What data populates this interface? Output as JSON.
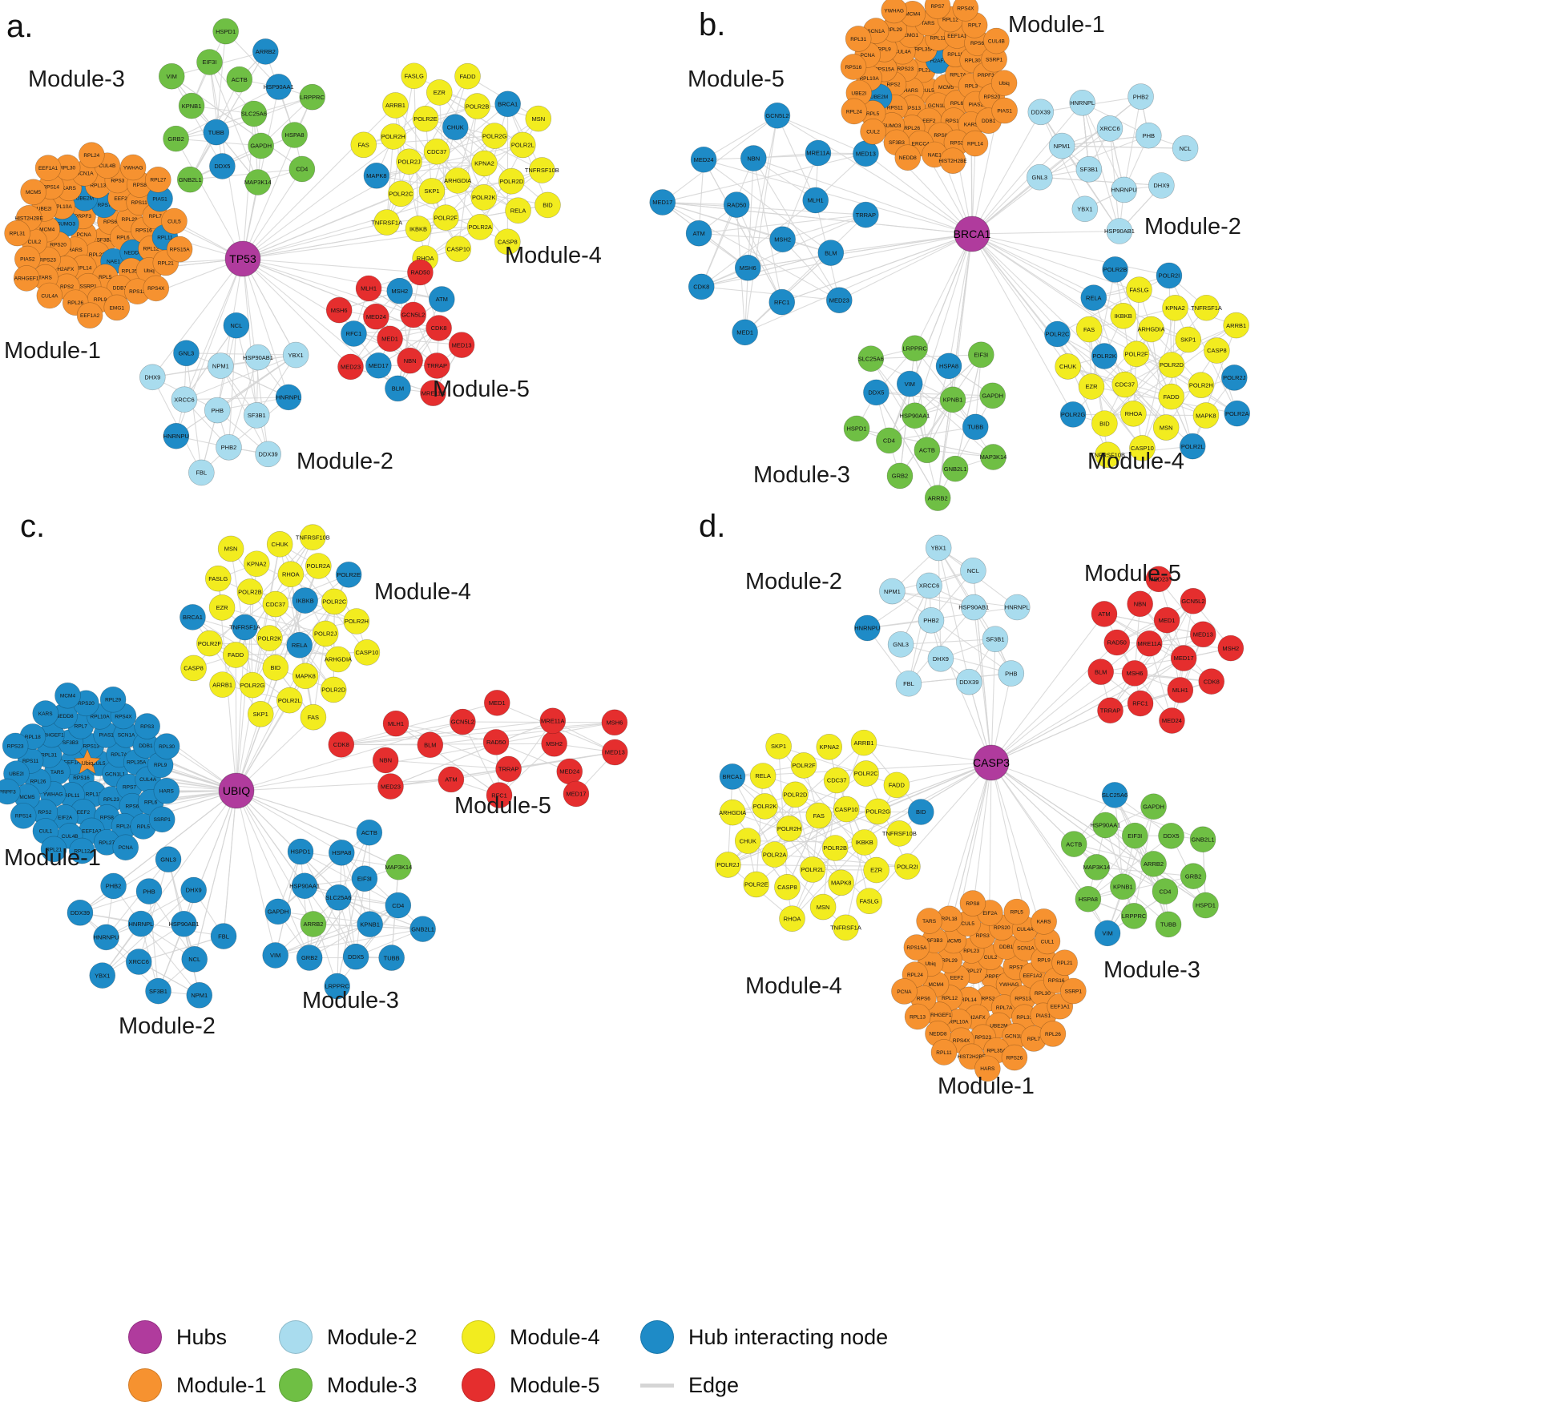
{
  "palette": {
    "hub": "#b03b9d",
    "module1": "#f69230",
    "module2": "#a9dcee",
    "module3": "#6fbf44",
    "module4": "#f2ec1f",
    "module5": "#e52e2e",
    "hubnode": "#1e8bc7",
    "edge": "#d5d5d5"
  },
  "legend": [
    {
      "label": "Hubs",
      "color": "hub",
      "shape": "circle"
    },
    {
      "label": "Module-2",
      "color": "module2",
      "shape": "circle"
    },
    {
      "label": "Module-4",
      "color": "module4",
      "shape": "circle"
    },
    {
      "label": "Hub interacting node",
      "color": "hubnode",
      "shape": "circle"
    },
    {
      "label": "Module-1",
      "color": "module1",
      "shape": "circle"
    },
    {
      "label": "Module-3",
      "color": "module3",
      "shape": "circle"
    },
    {
      "label": "Module-5",
      "color": "module5",
      "shape": "circle"
    },
    {
      "label": "Edge",
      "color": "edge",
      "shape": "line"
    }
  ],
  "panels": [
    {
      "letter": "a.",
      "hub": "TP53",
      "modules": [
        {
          "label": "Module-3",
          "color": "module3",
          "nodes": [
            "SLC25A6",
            "TUBB",
            "ACTB",
            "GAPDH",
            "KPNB1",
            "HSP90AA1",
            "DDX5",
            "EIF3I",
            "HSPA8",
            "GRB2",
            "ARRB2",
            "MAP3K14",
            "VIM",
            "LRPPRC",
            "GNB2L1",
            "HSPD1",
            "CD4"
          ],
          "recolor": {
            "TUBB": "hubnode",
            "DDX5": "hubnode",
            "HSP90AA1": "hubnode",
            "ARRB2": "hubnode"
          }
        },
        {
          "label": "Module-1",
          "color": "module1",
          "nodes": [
            "SF3B3",
            "PCNA",
            "RPS6",
            "RPL23",
            "PRPF3",
            "RPL6",
            "HARS",
            "RPS7",
            "NAE1",
            "SUMO3",
            "RPL29",
            "RPL14",
            "UBE2M",
            "NEDD8",
            "RPS20",
            "EEF2",
            "RPL5",
            "RPL10A",
            "RPS16",
            "H2AFX",
            "RPL13",
            "RPL35A",
            "MCM4",
            "RPS11",
            "SSRP1",
            "KARS",
            "RPL12",
            "RPS23",
            "RPS3",
            "DDB1",
            "UBE2I",
            "RPL7",
            "RPS2",
            "SCN1A",
            "Ubiq",
            "CUL2",
            "RPS8",
            "RPL9",
            "RPS14",
            "RPL11",
            "TARS",
            "CUL4B",
            "RPS13",
            "HIST2H2BE",
            "PIAS1",
            "RPL26",
            "RPL30",
            "RPL21",
            "PIAS2",
            "YWHAG",
            "EMG1",
            "MCM5",
            "CUL5",
            "CUL4A",
            "RPL24",
            "RPS4X",
            "RPL31",
            "RPL27",
            "EEF1A2",
            "EEF1A1",
            "RPS15A",
            "ARHGEF1"
          ],
          "recolor": {
            "UBE2M": "hubnode",
            "NEDD8": "hubnode",
            "NAE1": "hubnode",
            "SUMO3": "hubnode",
            "RPL11": "hubnode",
            "RPS7": "hubnode",
            "PIAS1": "hubnode"
          }
        },
        {
          "label": "Module-4",
          "color": "module4",
          "nodes": [
            "ARHGDIA",
            "CDC37",
            "KPNA2",
            "SKP1",
            "CHUK",
            "POLR2K",
            "POLR2J",
            "POLR2G",
            "POLR2F",
            "POLR2E",
            "POLR2D",
            "POLR2C",
            "POLR2B",
            "POLR2A",
            "POLR2H",
            "POLR2L",
            "IKBKB",
            "EZR",
            "RELA",
            "MAPK8",
            "BRCA1",
            "CASP10",
            "ARRB1",
            "TNFRSF10B",
            "TNFRSF1A",
            "FADD",
            "CASP8",
            "FAS",
            "MSN",
            "RHOA",
            "FASLG",
            "BID"
          ],
          "recolor": {
            "CHUK": "hubnode",
            "MAPK8": "hubnode",
            "BRCA1": "hubnode"
          }
        },
        {
          "label": "Module-2",
          "color": "module2",
          "nodes": [
            "PHB",
            "NPM1",
            "SF3B1",
            "XRCC6",
            "HSP90AB1",
            "PHB2",
            "GNL3",
            "HNRNPL",
            "HNRNPU",
            "NCL",
            "DDX39",
            "DHX9",
            "YBX1",
            "FBL"
          ],
          "recolor": {
            "HNRNPL": "hubnode",
            "GNL3": "hubnode",
            "HNRNPU": "hubnode",
            "NCL": "hubnode"
          }
        },
        {
          "label": "Module-5",
          "color": "module5",
          "nodes": [
            "MED1",
            "GCN5L2",
            "NBN",
            "MED24",
            "CDK8",
            "MED17",
            "MSH2",
            "TRRAP",
            "RFC1",
            "ATM",
            "BLM",
            "MLH1",
            "MED13",
            "MED23",
            "RAD50",
            "MRE11A",
            "MSH6"
          ],
          "recolor": {
            "MSH2": "hubnode",
            "MED17": "hubnode",
            "RFC1": "hubnode",
            "BLM": "hubnode",
            "ATM": "hubnode"
          }
        }
      ]
    },
    {
      "letter": "b.",
      "hub": "BRCA1",
      "modules": [
        {
          "label": "Module-5",
          "color": "hubnode",
          "nodes": [
            "MSH2",
            "RAD50",
            "MLH1",
            "MSH6",
            "NBN",
            "BLM",
            "ATM",
            "MRE11A",
            "RFC1",
            "MED24",
            "TRRAP",
            "CDK8",
            "GCN5L2",
            "MED23",
            "MED17",
            "MED13",
            "MED1"
          ],
          "recolor": {}
        },
        {
          "label": "Module-1",
          "color": "module1",
          "nodes": [
            "CUL5",
            "RPL21",
            "MCM5",
            "HARS",
            "H2AFX",
            "GCN1L1",
            "RPS23",
            "RPL7A",
            "RPS13",
            "RPL35A",
            "RPL6",
            "RPS2",
            "RPL18",
            "EEF2",
            "CUL4A",
            "RPL3",
            "RPS11",
            "RPL11",
            "RPS14",
            "RPS15A",
            "RPL30",
            "RPL26",
            "EMG1",
            "PIAS2",
            "UBE2M",
            "EEF1A1",
            "RPS8",
            "RPL9",
            "PRPF3",
            "SUMO3",
            "TARS",
            "KARS",
            "RPL10A",
            "RPS6",
            "ERCC4",
            "RPL29",
            "RPS20",
            "RPL5",
            "RPL12",
            "RPS3",
            "PCNA",
            "SSRP1",
            "SF3B3",
            "MCM4",
            "DDB1",
            "UBE2I",
            "RPL7",
            "NAE1",
            "SCN1A",
            "Ubiq",
            "CUL2",
            "RPS7",
            "RPL14",
            "RPS16",
            "CUL4B",
            "NEDD8",
            "YWHAG",
            "PIAS1",
            "RPL24",
            "RPS4X",
            "HIST2H2BE",
            "RPL31"
          ],
          "recolor": {
            "H2AFX": "hubnode",
            "UBE2M": "hubnode"
          }
        },
        {
          "label": "Module-2",
          "color": "module2",
          "nodes": [
            "SF3B1",
            "XRCC6",
            "HNRNPU",
            "NPM1",
            "PHB",
            "YBX1",
            "HNRNPL",
            "DHX9",
            "GNL3",
            "PHB2",
            "HSP90AB1",
            "DDX39",
            "NCL"
          ],
          "recolor": {}
        },
        {
          "label": "Module-3",
          "color": "module3",
          "nodes": [
            "HSP90AA1",
            "KPNB1",
            "ACTB",
            "VIM",
            "TUBB",
            "CD4",
            "HSPA8",
            "GNB2L1",
            "DDX5",
            "GAPDH",
            "GRB2",
            "LRPPRC",
            "MAP3K14",
            "HSPD1",
            "EIF3I",
            "ARRB2",
            "SLC25A6"
          ],
          "recolor": {
            "TUBB": "hubnode",
            "HSPA8": "hubnode",
            "VIM": "hubnode",
            "DDX5": "hubnode"
          }
        },
        {
          "label": "Module-4",
          "color": "module4",
          "nodes": [
            "POLR2F",
            "POLR2D",
            "CDC37",
            "ARHGDIA",
            "FADD",
            "POLR2K",
            "SKP1",
            "RHOA",
            "IKBKB",
            "POLR2H",
            "EZR",
            "KPNA2",
            "MSN",
            "FAS",
            "CASP8",
            "BID",
            "FASLG",
            "MAPK8",
            "CHUK",
            "TNFRSF1A",
            "CASP10",
            "RELA",
            "POLR2J",
            "POLR2G",
            "POLR2I",
            "POLR2L",
            "POLR2C",
            "ARRB1",
            "TNFRSF10B",
            "POLR2B",
            "POLR2A"
          ],
          "recolor": {
            "POLR2A": "hubnode",
            "POLR2B": "hubnode",
            "POLR2C": "hubnode",
            "POLR2L": "hubnode",
            "POLR2I": "hubnode",
            "POLR2G": "hubnode",
            "POLR2J": "hubnode",
            "RELA": "hubnode",
            "POLR2K": "hubnode"
          }
        }
      ]
    },
    {
      "letter": "c.",
      "hub": "UBIQ",
      "modules": [
        {
          "label": "Module-4",
          "color": "module4",
          "nodes": [
            "POLR2K",
            "CDC37",
            "RELA",
            "TNFRSF1A",
            "IKBKB",
            "BID",
            "POLR2B",
            "POLR2J",
            "FADD",
            "RHOA",
            "MAPK8",
            "EZR",
            "POLR2C",
            "POLR2G",
            "KPNA2",
            "ARHGDIA",
            "POLR2F",
            "POLR2A",
            "POLR2L",
            "FASLG",
            "POLR2H",
            "ARRB1",
            "CHUK",
            "POLR2D",
            "BRCA1",
            "POLR2E",
            "SKP1",
            "MSN",
            "CASP10",
            "CASP8",
            "TNFRSF10B",
            "FAS"
          ],
          "recolor": {
            "BRCA1": "hubnode",
            "POLR2E": "hubnode",
            "IKBKB": "hubnode",
            "TNFRSF1A": "hubnode",
            "RELA": "hubnode"
          }
        },
        {
          "label": "Module-1",
          "color": "hubnode",
          "nodes": [
            "RPS16",
            "CUL5",
            "RPL13",
            "EEF1A1",
            "GCN1L1",
            "RPL11",
            "RPS13",
            "RPL23",
            "TARS",
            "RPL7A",
            "EEF2",
            "SF3B3",
            "RPS7",
            "YWHAG",
            "PIAS1",
            "RPS8",
            "RPL31",
            "RPL35A",
            "EIF2A",
            "RPL7",
            "RPS6",
            "RPL26",
            "SCN1A",
            "EEF1A2",
            "ARHGEF1",
            "CUL4A",
            "RPS2",
            "RPL10A",
            "RPL24",
            "RPS11",
            "DDB1",
            "CUL4B",
            "NEDD8",
            "RPL6",
            "MCM5",
            "RPS4X",
            "RPL27",
            "RPL18",
            "RPL9",
            "CUL1",
            "RPS20",
            "RPL5",
            "UBE2I",
            "RPS3",
            "RPL12",
            "KARS",
            "HARS",
            "RPS14",
            "RPL29",
            "PCNA",
            "RPS23",
            "RPL30",
            "RPL21",
            "MCM4",
            "SSRP1",
            "PRPF3"
          ],
          "recolor": {},
          "star": {
            "label": "Ubiq"
          }
        },
        {
          "label": "Module-2",
          "color": "hubnode",
          "nodes": [
            "HNRNPL",
            "HSP90AB1",
            "XRCC6",
            "PHB",
            "NCL",
            "HNRNPU",
            "DHX9",
            "SF3B1",
            "PHB2",
            "FBL",
            "YBX1",
            "GNL3",
            "NPM1",
            "DDX39"
          ],
          "recolor": {}
        },
        {
          "label": "Module-3",
          "color": "hubnode",
          "nodes": [
            "SLC25A6",
            "KPNB1",
            "ARRB2",
            "EIF3I",
            "DDX5",
            "HSP90AA1",
            "CD4",
            "GRB2",
            "HSPA8",
            "TUBB",
            "GAPDH",
            "MAP3K14",
            "LRPPRC",
            "HSPD1",
            "GNB2L1",
            "VIM",
            "ACTB"
          ],
          "recolor": {
            "ARRB2": "module3",
            "MAP3K14": "module3"
          }
        },
        {
          "label": "Module-5",
          "color": "module5",
          "nodes": [
            "RAD50",
            "TRRAP",
            "BLM",
            "MSH2",
            "ATM",
            "GCN5L2",
            "MED24",
            "NBN",
            "MRE11A",
            "RFC1",
            "MLH1",
            "MED13",
            "MED23",
            "MED1",
            "MED17",
            "CDK8",
            "MSH6"
          ],
          "recolor": {}
        }
      ]
    },
    {
      "letter": "d.",
      "hub": "CASP3",
      "modules": [
        {
          "label": "Module-2",
          "color": "module2",
          "nodes": [
            "PHB2",
            "HSP90AB1",
            "DHX9",
            "XRCC6",
            "SF3B1",
            "GNL3",
            "NCL",
            "DDX39",
            "NPM1",
            "HNRNPL",
            "FBL",
            "YBX1",
            "PHB",
            "HNRNPU"
          ],
          "recolor": {
            "HNRNPU": "hubnode"
          }
        },
        {
          "label": "Module-5",
          "color": "module5",
          "nodes": [
            "MRE11A",
            "MED17",
            "MSH6",
            "MED1",
            "MLH1",
            "RAD50",
            "MED13",
            "RFC1",
            "NBN",
            "CDK8",
            "BLM",
            "GCN5L2",
            "MED24",
            "ATM",
            "MSH2",
            "TRRAP",
            "MED23"
          ],
          "recolor": {}
        },
        {
          "label": "Module-4",
          "color": "module4",
          "nodes": [
            "FAS",
            "POLR2B",
            "POLR2H",
            "CASP10",
            "POLR2L",
            "POLR2D",
            "IKBKB",
            "POLR2A",
            "CDC37",
            "MAPK8",
            "POLR2K",
            "POLR2G",
            "CASP8",
            "POLR2F",
            "EZR",
            "CHUK",
            "POLR2C",
            "MSN",
            "RELA",
            "TNFRSF10B",
            "POLR2E",
            "KPNA2",
            "FASLG",
            "ARHGDIA",
            "FADD",
            "RHOA",
            "SKP1",
            "POLR2I",
            "POLR2J",
            "ARRB1",
            "TNFRSF1A",
            "BRCA1",
            "BID"
          ],
          "recolor": {
            "BRCA1": "hubnode",
            "BID": "hubnode"
          }
        },
        {
          "label": "Module-1",
          "color": "module1",
          "nodes": [
            "PRPF3",
            "RPS2",
            "RPL27",
            "YWHAG",
            "RPL14",
            "CUL2",
            "RPL7A",
            "EEF2",
            "RPS7",
            "H2AFX",
            "RPL23",
            "RPS13",
            "RPL12",
            "DDB1",
            "UBE2M",
            "RPL29",
            "EEF1A2",
            "RPL10A",
            "RPS3",
            "RPL31",
            "MCM4",
            "SCN1A",
            "RPS23",
            "MCM5",
            "RPL30",
            "ARHGEF1",
            "RPS20",
            "GCN1L1",
            "Ubiq",
            "RPL9",
            "RPS4X",
            "CUL5",
            "PIAS1",
            "RPS6",
            "CUL4A",
            "RPL35A",
            "SF3B3",
            "RPS16",
            "NEDD8",
            "EIF2A",
            "RPL7",
            "RPL24",
            "CUL1",
            "HIST2H2BE",
            "RPL18",
            "EEF1A1",
            "RPL13",
            "RPL5",
            "RPS26",
            "RPS15A",
            "RPL21",
            "RPL11",
            "RPS8",
            "RPL26",
            "PCNA",
            "KARS",
            "HARS",
            "TARS",
            "SSRP1"
          ],
          "recolor": {}
        },
        {
          "label": "Module-3",
          "color": "module3",
          "nodes": [
            "ARRB2",
            "KPNB1",
            "EIF3I",
            "CD4",
            "MAP3K14",
            "DDX5",
            "LRPPRC",
            "HSP90AA1",
            "GRB2",
            "HSPA8",
            "GAPDH",
            "TUBB",
            "ACTB",
            "GNB2L1",
            "VIM",
            "SLC25A6",
            "HSPD1"
          ],
          "recolor": {
            "VIM": "hubnode",
            "SLC25A6": "hubnode"
          }
        }
      ]
    }
  ]
}
